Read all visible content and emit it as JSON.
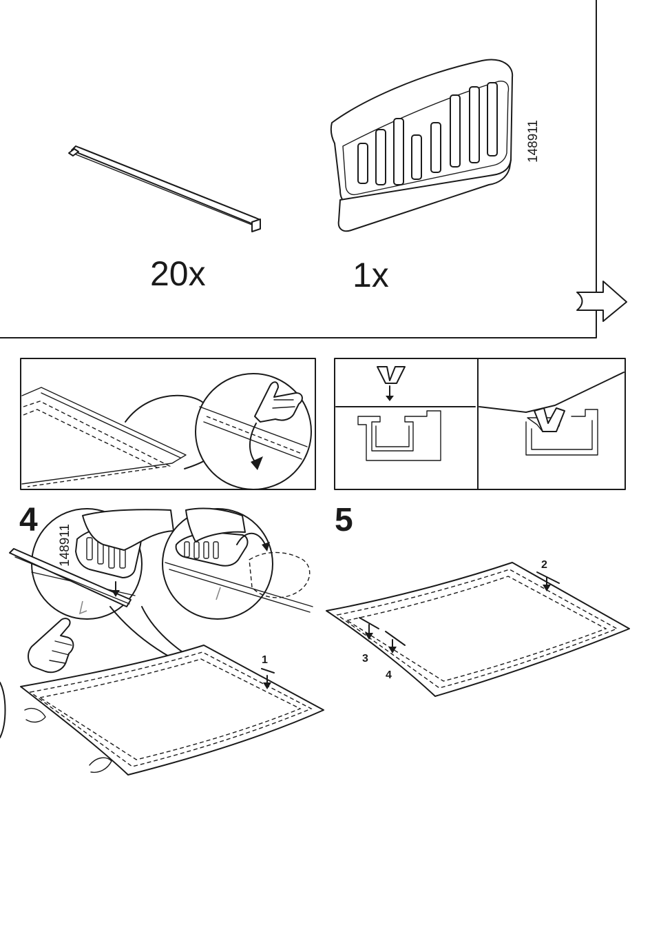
{
  "parts": {
    "strip_quantity": "20x",
    "tool_quantity": "1x",
    "tool_part_number": "148911"
  },
  "steps": {
    "step4": {
      "number": "4",
      "tool_part_number": "148911",
      "markers": [
        "1"
      ]
    },
    "step5": {
      "number": "5",
      "markers": [
        "2",
        "3",
        "4"
      ]
    }
  },
  "icons": {
    "next_page": "arrow-right-icon",
    "hand": "pointing-hand-icon"
  }
}
